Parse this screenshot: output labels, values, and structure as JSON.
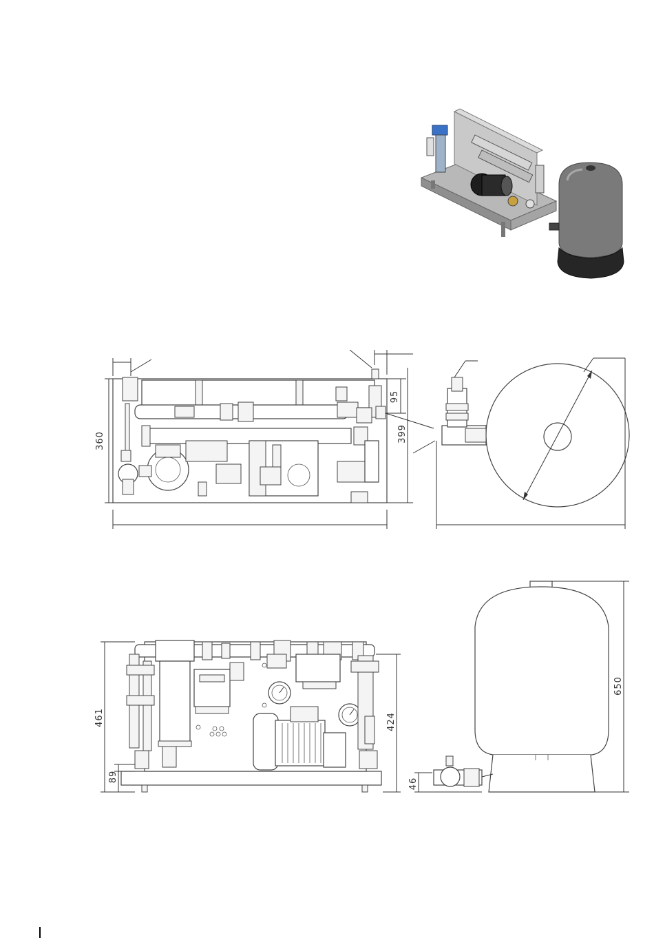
{
  "figure": {
    "top_view": {
      "dimensions": {
        "height": "360",
        "offset": "95",
        "total_height": "399"
      }
    },
    "front_view": {
      "dimensions": {
        "height": "461",
        "inner_height": "424",
        "base": "89"
      }
    },
    "tank_view": {
      "dimensions": {
        "height": "650",
        "base": "46"
      }
    }
  },
  "colors": {
    "line": "#333333",
    "render_frame": "#8c8c8c",
    "render_tank": "#7a7a7a",
    "render_filter": "#3a72c8"
  }
}
